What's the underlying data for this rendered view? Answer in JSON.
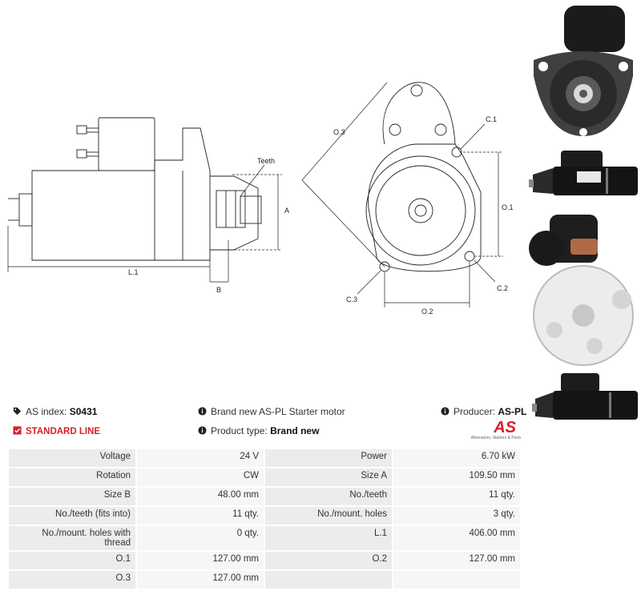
{
  "drawing": {
    "side_labels": {
      "teeth": "Teeth",
      "a": "A",
      "b": "B",
      "l1": "L.1"
    },
    "front_labels": {
      "o3": "O.3",
      "c1": "C.1",
      "o1": "O.1",
      "c2": "C.2",
      "c3": "C.3",
      "o2": "O.2"
    }
  },
  "photos": [
    {
      "name": "starter-front-view-photo"
    },
    {
      "name": "starter-side-view-photo"
    },
    {
      "name": "starter-rear-view-photo"
    },
    {
      "name": "starter-side-view-2-photo"
    }
  ],
  "info": {
    "as_index_label": "AS index:",
    "as_index_value": "S0431",
    "description": "Brand new AS-PL Starter motor",
    "producer_label": "Producer:",
    "producer_value": "AS-PL",
    "standard_line": "STANDARD LINE",
    "product_type_label": "Product type:",
    "product_type_value": "Brand new",
    "logo_text": "AS",
    "logo_tagline": "Alternators, Starters & Parts"
  },
  "specs": [
    {
      "l1": "Voltage",
      "v1": "24 V",
      "l2": "Power",
      "v2": "6.70 kW"
    },
    {
      "l1": "Rotation",
      "v1": "CW",
      "l2": "Size A",
      "v2": "109.50 mm"
    },
    {
      "l1": "Size B",
      "v1": "48.00 mm",
      "l2": "No./teeth",
      "v2": "11 qty."
    },
    {
      "l1": "No./teeth (fits into)",
      "v1": "11 qty.",
      "l2": "No./mount. holes",
      "v2": "3 qty."
    },
    {
      "l1": "No./mount. holes with thread",
      "v1": "0 qty.",
      "l2": "L.1",
      "v2": "406.00 mm"
    },
    {
      "l1": "O.1",
      "v1": "127.00 mm",
      "l2": "O.2",
      "v2": "127.00 mm"
    },
    {
      "l1": "O.3",
      "v1": "127.00 mm",
      "l2": "",
      "v2": ""
    }
  ],
  "colors": {
    "accent_red": "#d6202a"
  }
}
